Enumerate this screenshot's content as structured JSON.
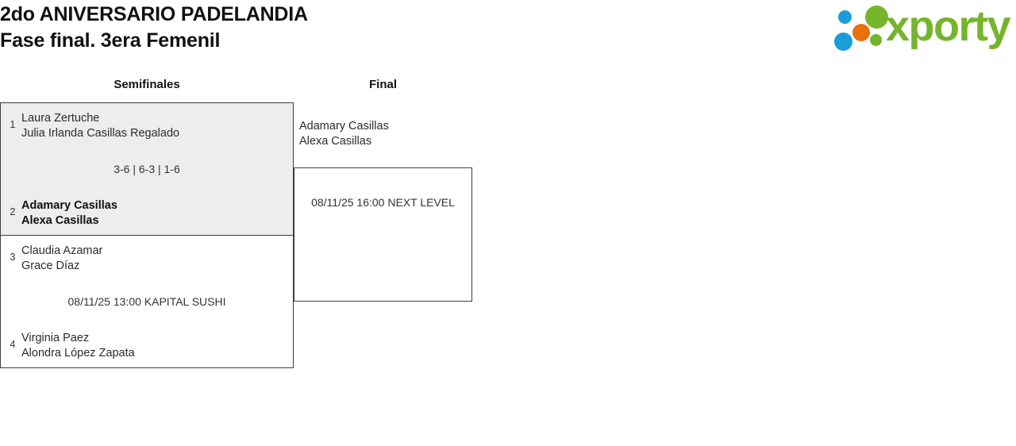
{
  "header": {
    "title_line1": "2do ANIVERSARIO PADELANDIA",
    "title_line2": "Fase final. 3era Femenil"
  },
  "brand": {
    "name": "xporty",
    "green": "#75b52b",
    "blue": "#1b9dd9",
    "orange": "#e8700f"
  },
  "rounds": [
    {
      "label": "Semifinales"
    },
    {
      "label": "Final"
    }
  ],
  "bracket": {
    "semifinals": [
      {
        "highlight": true,
        "top": {
          "seed": "1",
          "player1": "Laura Zertuche",
          "player2": "Julia Irlanda Casillas Regalado",
          "winner": false
        },
        "bottom": {
          "seed": "2",
          "player1": "Adamary Casillas",
          "player2": "Alexa Casillas",
          "winner": true
        },
        "info": "3-6 | 6-3 | 1-6"
      },
      {
        "highlight": false,
        "top": {
          "seed": "3",
          "player1": "Claudia Azamar",
          "player2": "Grace Díaz",
          "winner": false
        },
        "bottom": {
          "seed": "4",
          "player1": "Virginia Paez",
          "player2": "Alondra López Zapata",
          "winner": false
        },
        "info": "08/11/25 13:00 KAPITAL SUSHI"
      }
    ],
    "final": {
      "advancer": {
        "player1": "Adamary Casillas",
        "player2": "Alexa Casillas"
      },
      "info": "08/11/25 16:00 NEXT LEVEL"
    }
  }
}
